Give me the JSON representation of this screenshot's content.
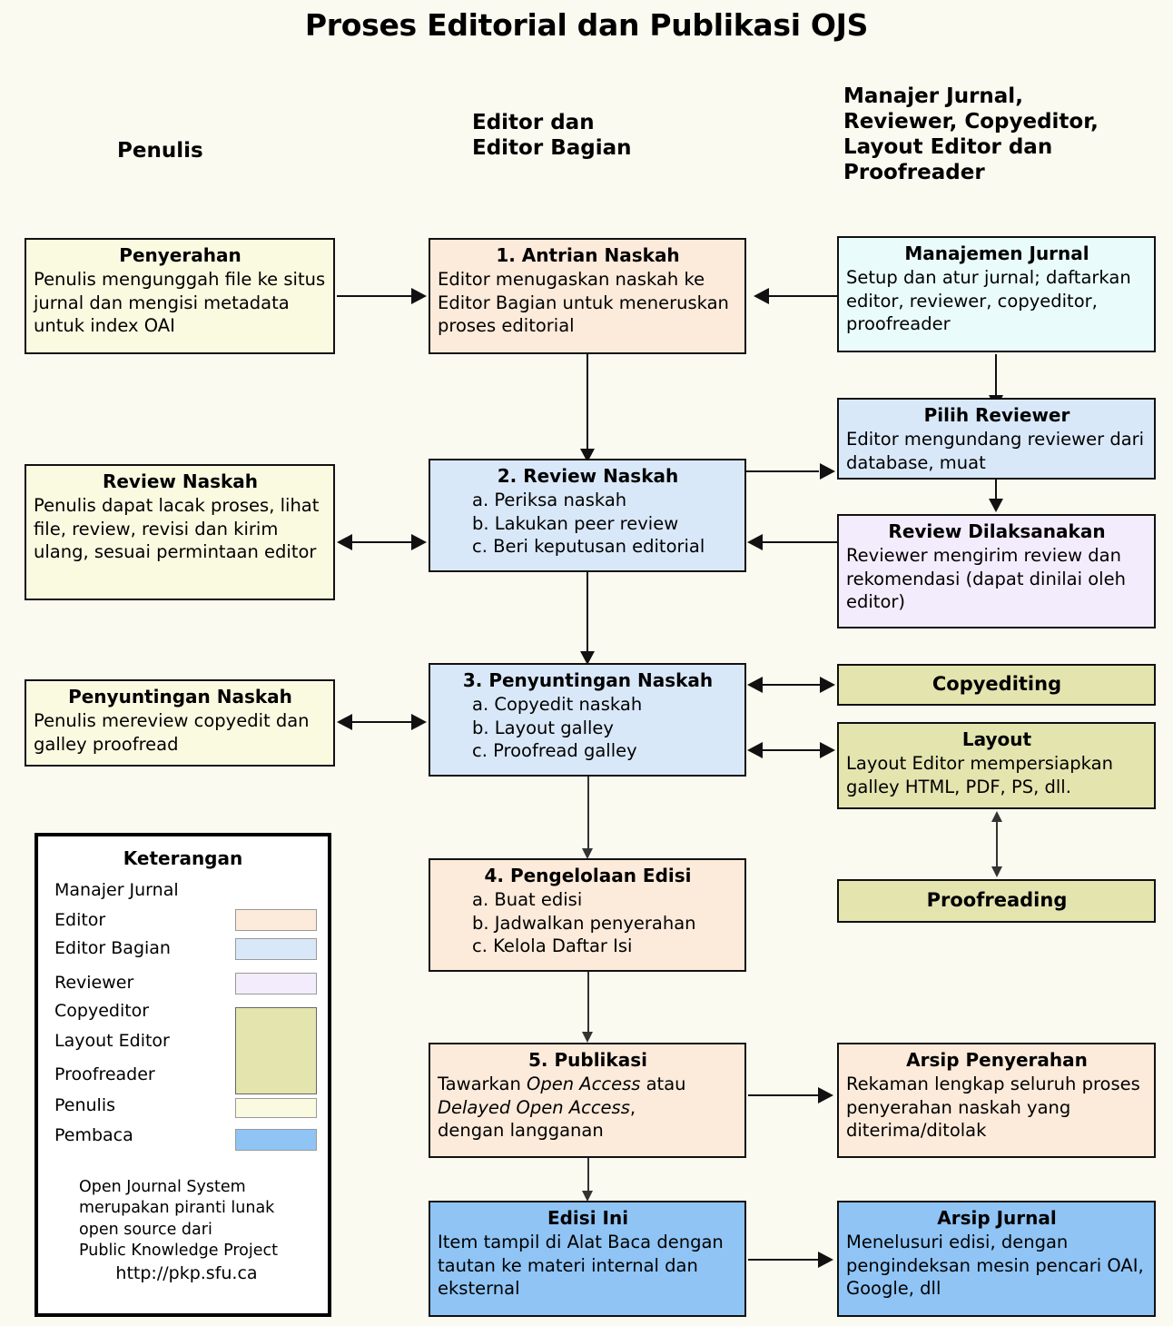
{
  "title": "Proses Editorial dan Publikasi OJS",
  "columns": [
    {
      "id": "author",
      "label": "Penulis"
    },
    {
      "id": "editor",
      "label": "Editor dan\nEditor Bagian"
    },
    {
      "id": "others",
      "label": "Manajer Jurnal,\nReviewer, Copyeditor,\nLayout Editor dan\nProofreader"
    }
  ],
  "boxes": {
    "penyerahan": {
      "title": "Penyerahan",
      "body": "Penulis mengunggah file ke situs jurnal dan mengisi metadata untuk index OAI",
      "role": "Penulis"
    },
    "antrian": {
      "title": "1. Antrian Naskah",
      "body": "Editor menugaskan naskah ke Editor Bagian untuk meneruskan proses editorial",
      "role": "Editor"
    },
    "manajemen": {
      "title": "Manajemen Jurnal",
      "body": "Setup dan atur jurnal; daftarkan editor, reviewer, copyeditor, proofreader",
      "role": "Manajer Jurnal"
    },
    "review_naskah_penulis": {
      "title": "Review Naskah",
      "body": "Penulis dapat lacak proses, lihat file, review, revisi dan kirim ulang, sesuai permintaan editor",
      "role": "Penulis"
    },
    "review_naskah": {
      "title": "2. Review Naskah",
      "items": [
        "a. Periksa naskah",
        "b. Lakukan peer review",
        "c. Beri keputusan editorial"
      ],
      "role": "Editor Bagian"
    },
    "pilih_reviewer": {
      "title": "Pilih Reviewer",
      "body": "Editor mengundang reviewer dari database, muat",
      "role": "Editor Bagian"
    },
    "review_dilaksanakan": {
      "title": "Review Dilaksanakan",
      "body": "Reviewer mengirim review dan rekomendasi (dapat dinilai oleh editor)",
      "role": "Reviewer"
    },
    "penyuntingan_penulis": {
      "title": "Penyuntingan Naskah",
      "body": "Penulis mereview copyedit dan galley proofread",
      "role": "Penulis"
    },
    "penyuntingan": {
      "title": "3. Penyuntingan Naskah",
      "items": [
        "a. Copyedit naskah",
        "b. Layout galley",
        "c. Proofread galley"
      ],
      "role": "Editor Bagian"
    },
    "copyediting": {
      "title": "Copyediting",
      "role": "Copyeditor"
    },
    "layout": {
      "title": "Layout",
      "body": "Layout Editor mempersiapkan galley HTML, PDF, PS, dll.",
      "role": "Layout Editor"
    },
    "proofreading": {
      "title": "Proofreading",
      "role": "Proofreader"
    },
    "pengelolaan": {
      "title": "4. Pengelolaan Edisi",
      "items": [
        "a. Buat edisi",
        "b. Jadwalkan penyerahan",
        "c. Kelola Daftar Isi"
      ],
      "role": "Editor"
    },
    "publikasi": {
      "title": "5. Publikasi",
      "body_line1_a": "Tawarkan ",
      "body_line1_i": "Open Access",
      "body_line1_b": " atau",
      "body_line2_i": "Delayed Open Access",
      "body_line2_b": ",",
      "body_line3": "dengan langganan",
      "role": "Editor"
    },
    "arsip_penyerahan": {
      "title": "Arsip Penyerahan",
      "body": "Rekaman lengkap seluruh proses penyerahan naskah yang diterima/ditolak",
      "role": "Editor"
    },
    "edisi_ini": {
      "title": "Edisi Ini",
      "body": "Item tampil di Alat Baca dengan tautan ke materi internal dan eksternal",
      "role": "Pembaca"
    },
    "arsip_jurnal": {
      "title": "Arsip Jurnal",
      "body": "Menelusuri edisi, dengan pengindeksan mesin pencari OAI, Google, dll",
      "role": "Pembaca"
    }
  },
  "legend": {
    "title": "Keterangan",
    "rows": [
      {
        "label": "Manajer Jurnal",
        "color": ""
      },
      {
        "label": "Editor",
        "color": "#FCEADA"
      },
      {
        "label": "Editor Bagian",
        "color": "#D9E8F9"
      },
      {
        "label": "Reviewer",
        "color": "#F3ECFC"
      },
      {
        "label": "Copyeditor",
        "color": "#E4E4AF"
      },
      {
        "label": "Layout Editor",
        "color": "#E4E4AF"
      },
      {
        "label": "Proofreader",
        "color": "#E4E4AF"
      },
      {
        "label": "Penulis",
        "color": "#FAFAE1"
      },
      {
        "label": "Pembaca",
        "color": "#8FC4F5"
      }
    ],
    "note": "Open Journal System\nmerupakan piranti lunak\nopen source dari\nPublic Knowledge Project",
    "url": "http://pkp.sfu.ca"
  },
  "colors": {
    "background": "#FAFAF0",
    "border": "#111111",
    "author": "#FAFAE1",
    "editor": "#FCEADA",
    "section_editor": "#D9E8F9",
    "journal_manager": "#E9FBFB",
    "reviewer": "#F3ECFC",
    "copyeditor": "#E4E4AF",
    "reader": "#8FC4F5"
  }
}
